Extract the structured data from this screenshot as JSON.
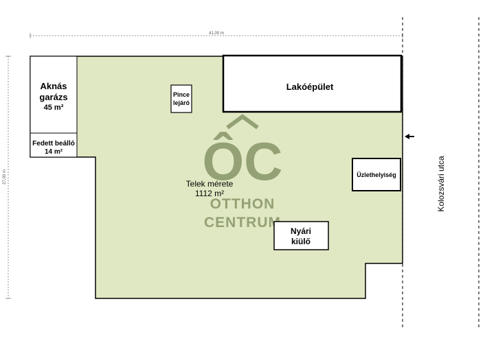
{
  "dimensions": {
    "width_label": "41,00 m",
    "height_label": "27,00 m"
  },
  "plot": {
    "title_line1": "Telek mérete",
    "title_line2": "1112 m²",
    "fill_color": "#e0e7c3"
  },
  "buildings": {
    "garage": {
      "line1": "Aknás",
      "line2": "garázs",
      "line3": "45 m²"
    },
    "carport": {
      "line1": "Fedett beálló",
      "line2": "14 m²"
    },
    "basement": {
      "line1": "Pince",
      "line2": "lejáró"
    },
    "house": {
      "label": "Lakóépület"
    },
    "shop": {
      "label": "Üzlethelyiség"
    },
    "kitchen": {
      "line1": "Nyári",
      "line2": "kiülő"
    }
  },
  "street": {
    "label": "Kolozsvári utca"
  },
  "watermark": {
    "logo_letters": "ÔC",
    "line1": "OTTHON",
    "line2": "CENTRUM",
    "color": "#7a8a5a"
  }
}
